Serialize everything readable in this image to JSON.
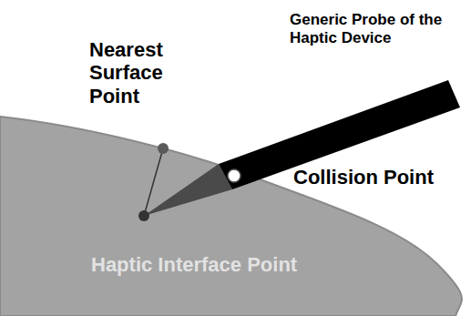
{
  "diagram": {
    "labels": [
      "Nearest Surface Point",
      "Generic Probe of the Haptic Device",
      "Collision Point",
      "Haptic Interface Point"
    ]
  }
}
